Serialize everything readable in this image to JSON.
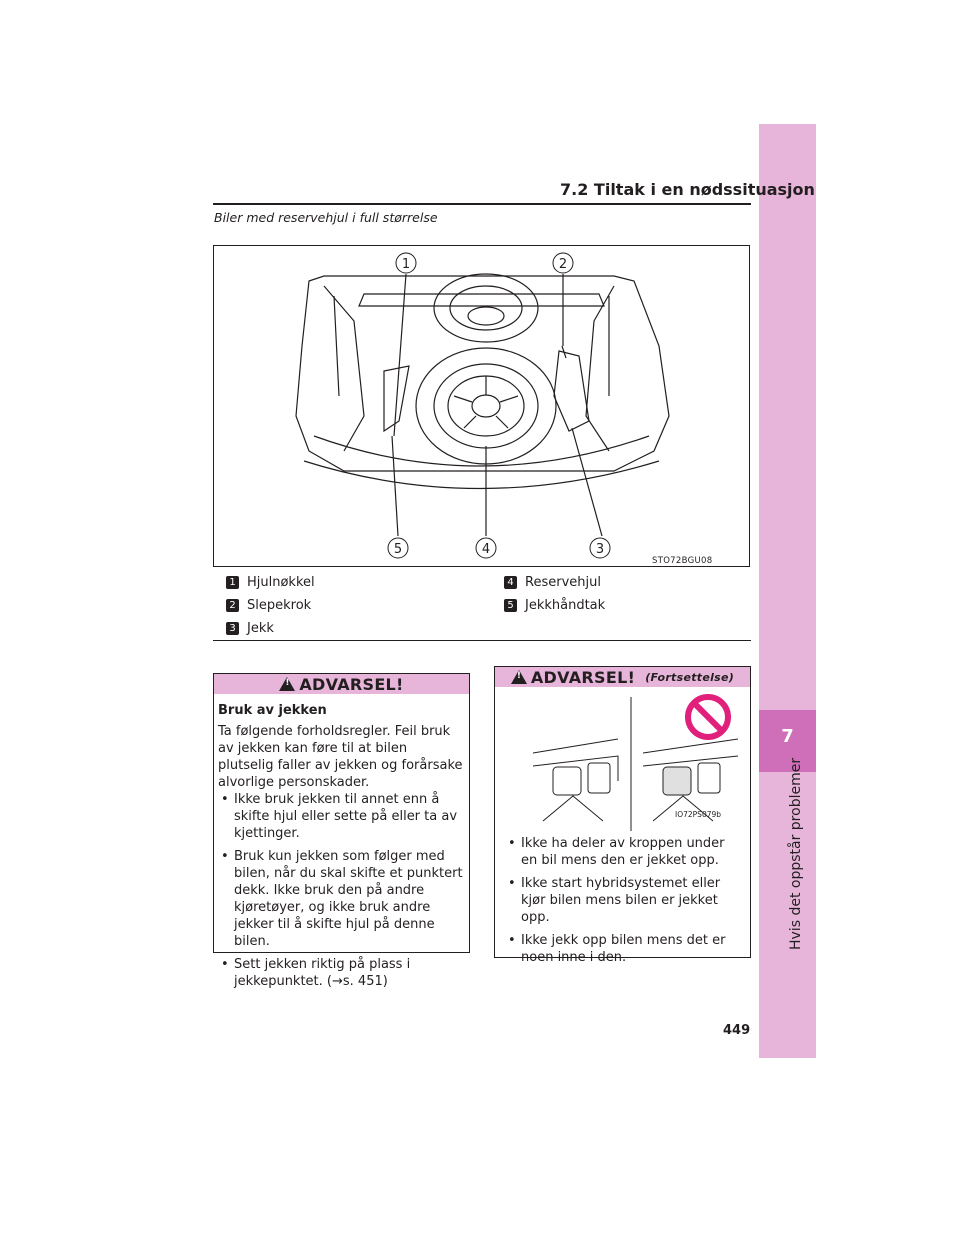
{
  "header": {
    "section": "7.2  Tiltak i en nødssituasjon"
  },
  "figure": {
    "caption": "Biler med reservehjul i full størrelse",
    "code": "STO72BGU08",
    "callouts": [
      "1",
      "2",
      "3",
      "4",
      "5"
    ]
  },
  "legend": [
    {
      "num": "1",
      "label": "Hjulnøkkel"
    },
    {
      "num": "2",
      "label": "Slepekrok"
    },
    {
      "num": "3",
      "label": "Jekk"
    },
    {
      "num": "4",
      "label": "Reservehjul"
    },
    {
      "num": "5",
      "label": "Jekkhåndtak"
    }
  ],
  "warning_left": {
    "title": "ADVARSEL!",
    "heading": "Bruk av jekken",
    "intro": "Ta følgende forholdsregler. Feil bruk av jekken kan føre til at bilen plutselig faller av jekken og forårsake alvorlige personskader.",
    "bullets": [
      "Ikke bruk jekken til annet enn å skifte hjul eller sette på eller ta av kjettinger.",
      "Bruk kun jekken som følger med bilen, når du skal skifte et punktert dekk. Ikke bruk den på andre kjøretøyer, og ikke bruk andre jekker til å skifte hjul på denne bilen.",
      "Sett jekken riktig på plass i jekkepunktet. (→s. 451)"
    ]
  },
  "warning_right": {
    "title": "ADVARSEL!",
    "subtitle": "(Fortsettelse)",
    "figure_code": "IO72PS079b",
    "bullets": [
      "Ikke ha deler av kroppen under en bil mens den er jekket opp.",
      "Ikke start hybridsystemet eller kjør bilen mens bilen er jekket opp.",
      "Ikke jekk opp bilen mens det er noen inne i den."
    ]
  },
  "side_tab": {
    "chapter": "7",
    "title": "Hvis det oppstår problemer",
    "color": "#e6b5d9",
    "accent": "#cf6fb9"
  },
  "page_number": "449"
}
